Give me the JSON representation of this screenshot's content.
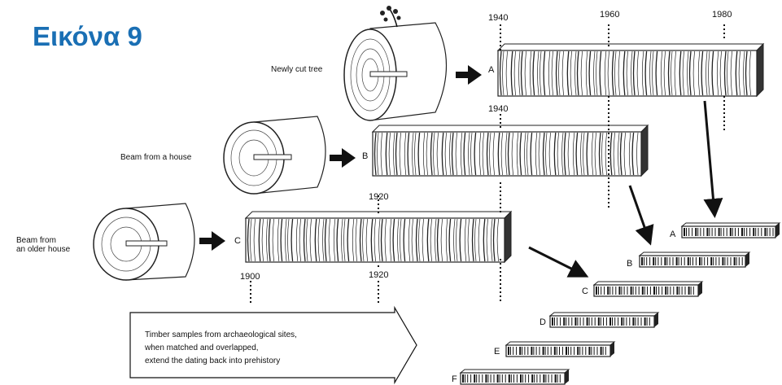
{
  "title": "Εικόνα 9",
  "rows": [
    {
      "label": "Newly cut tree",
      "letter": "A",
      "years": [
        "1940",
        "1960",
        "1980"
      ]
    },
    {
      "label": "Beam from a house",
      "letter": "B",
      "years": [
        "1940"
      ]
    },
    {
      "label_lines": [
        "Beam from",
        "an older house"
      ],
      "letter": "C",
      "years": [
        "1920",
        "1900",
        "1920"
      ]
    }
  ],
  "stack_letters": [
    "A",
    "B",
    "C",
    "D",
    "E",
    "F"
  ],
  "note_lines": [
    "Timber samples from archaeological sites,",
    "when matched and overlapped,",
    "extend the dating back into prehistory"
  ]
}
